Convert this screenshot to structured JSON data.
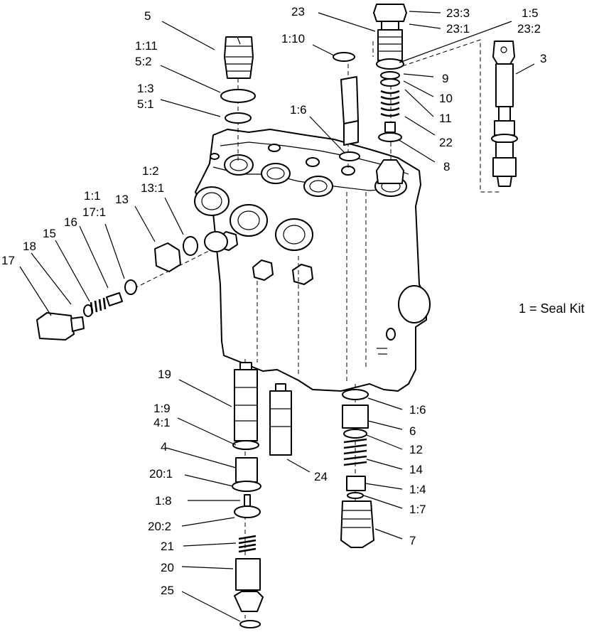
{
  "callouts": {
    "c5": "5",
    "c1_11": "1:11",
    "c5_2": "5:2",
    "c1_3": "1:3",
    "c5_1": "5:1",
    "c1_2": "1:2",
    "c13_1": "13:1",
    "c1_1": "1:1",
    "c17_1": "17:1",
    "c13": "13",
    "c16": "16",
    "c15": "15",
    "c18": "18",
    "c17": "17",
    "c23": "23",
    "c1_10": "1:10",
    "c23_3": "23:3",
    "c23_1": "23:1",
    "c1_5": "1:5",
    "c23_2": "23:2",
    "c3": "3",
    "c9": "9",
    "c10": "10",
    "c11": "11",
    "c1_6a": "1:6",
    "c22": "22",
    "c8": "8",
    "c19": "19",
    "c1_9": "1:9",
    "c4_1": "4:1",
    "c4": "4",
    "c20_1": "20:1",
    "c1_8": "1:8",
    "c20_2": "20:2",
    "c21": "21",
    "c20": "20",
    "c25": "25",
    "c24": "24",
    "c1_6b": "1:6",
    "c6": "6",
    "c12": "12",
    "c14": "14",
    "c1_4": "1:4",
    "c1_7": "1:7",
    "c7": "7"
  },
  "legend": {
    "seal_kit_note": "1 = Seal Kit"
  }
}
